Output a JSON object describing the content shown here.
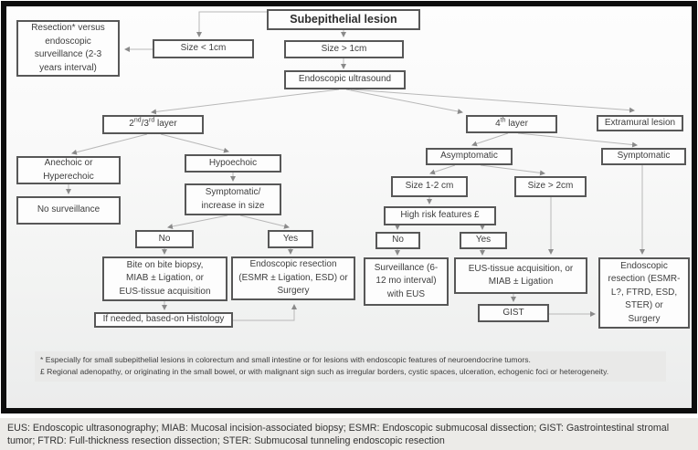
{
  "figure": {
    "title_node": "Subepithelial lesion",
    "nodes": {
      "subepithelial_lesion": "Subepithelial lesion",
      "resection_vs_surveillance": "Resection* versus\nendoscopic\nsurveillance (2-3\nyears interval)",
      "size_lt_1cm": "Size < 1cm",
      "size_gt_1cm": "Size > 1cm",
      "endoscopic_ultrasound": "Endoscopic ultrasound",
      "anechoic_hyperechoic": "Anechoic or\nHyperechoic",
      "hypoechoic": "Hypoechoic",
      "no_surveillance": "No surveillance",
      "symptomatic_increase": "Symptomatic/\nincrease in size",
      "asymptomatic": "Asymptomatic",
      "symptomatic": "Symptomatic",
      "extramural_lesion": "Extramural lesion",
      "size_1_2cm": "Size 1-2 cm",
      "size_gt_2cm": "Size > 2cm",
      "high_risk_features": "High risk features £",
      "no_left": "No",
      "yes_left": "Yes",
      "no_right": "No",
      "yes_right": "Yes",
      "bite_on_bite_biopsy": "Bite on bite biopsy,\nMIAB ± Ligation, or\nEUS-tissue acquisition",
      "endoscopic_resection_left": "Endoscopic resection\n(ESMR ± Ligation, ESD) or\nSurgery",
      "surveillance_eus": "Surveillance (6-\n12 mo interval)\nwith EUS",
      "eus_tissue_or_miab": "EUS-tissue acquisition, or\nMIAB ± Ligation",
      "gist": "GIST",
      "endoscopic_resection_right": "Endoscopic\nresection (ESMR-\nL?, FTRD, ESD,\nSTER) or\nSurgery",
      "if_needed_histology": "If needed, based-on Histology",
      "layer_2_3": {
        "b1": "2",
        "s1": "nd",
        "b2": "/3",
        "s2": "rd",
        "b3": " layer"
      },
      "layer_4": {
        "b1": "4",
        "s1": "th",
        "b2": " layer"
      }
    },
    "footnotes": {
      "line1": "* Especially for small subepithelial lesions in colorectum and small intestine or for lesions with endoscopic features of neuroendocrine tumors.",
      "line2": "£ Regional adenopathy, or originating in the small bowel, or with malignant sign such as irregular borders, cystic spaces, ulceration, echogenic foci or heterogeneity."
    },
    "caption": "EUS: Endoscopic ultrasonography; MIAB: Mucosal incision-associated biopsy; ESMR: Endoscopic submucosal dissection; GIST: Gastrointestinal stromal tumor; FTRD: Full-thickness resection dissection; STER: Submucosal tunneling endoscopic resection"
  },
  "colors": {
    "frame_border": "#0d0d0d",
    "box_border": "#575757",
    "box_text": "#3e3e3e",
    "arrow_line": "#b8b8b8",
    "arrow_head": "#8a8a8a",
    "footnote_bg": "#e9e9e8",
    "legend_bg": "#ecebe8"
  }
}
